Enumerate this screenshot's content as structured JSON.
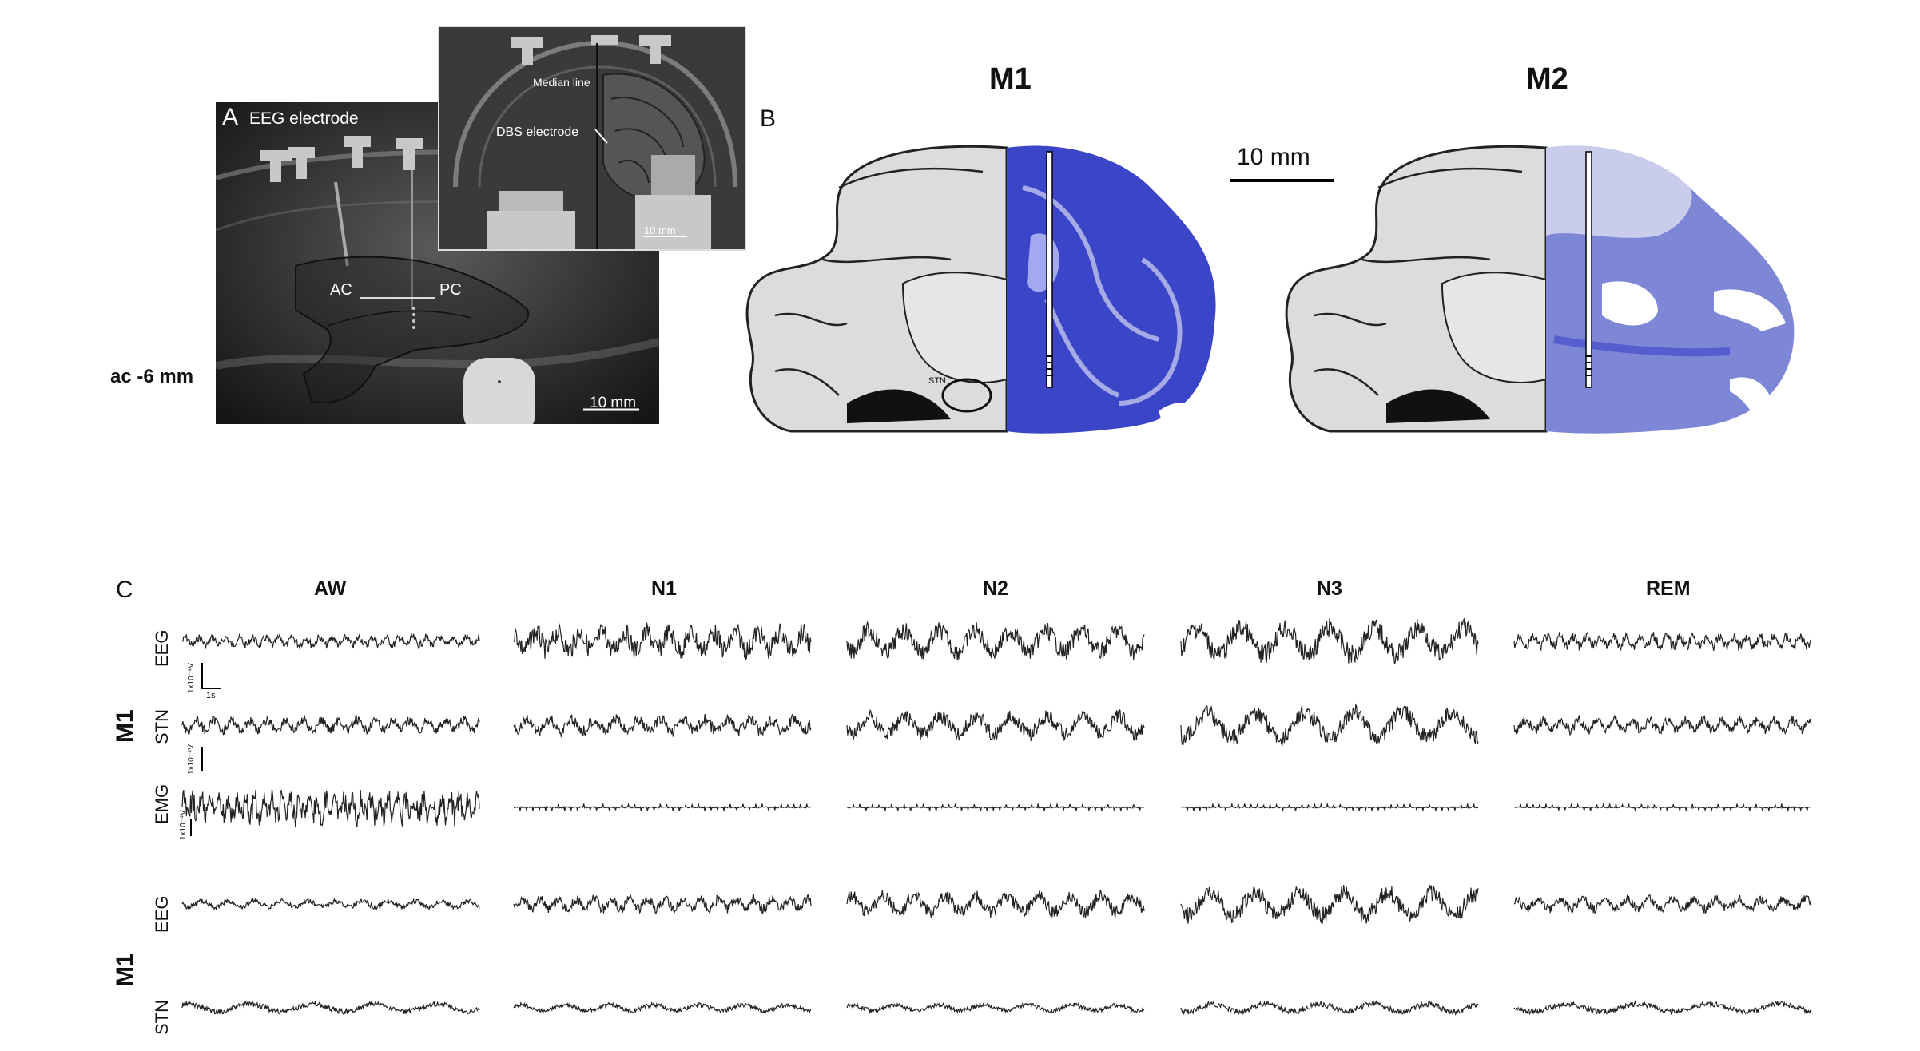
{
  "panelA": {
    "letter": "A",
    "eeg_label": "EEG electrode",
    "median_label": "Median line",
    "dbs_label": "DBS electrode",
    "ac": "AC",
    "pc": "PC",
    "scale_main": "10 mm",
    "scale_inset": "10 mm",
    "coord": "ac -6 mm"
  },
  "panelB": {
    "letter": "B",
    "m1": "M1",
    "m2": "M2",
    "scale": "10 mm",
    "stn": "STN"
  },
  "panelC": {
    "letter": "C",
    "stages": [
      "AW",
      "N1",
      "N2",
      "N3",
      "REM"
    ],
    "rows": {
      "eeg": "EEG",
      "stn": "STN",
      "emg": "EMG"
    },
    "subject_top": "M1",
    "subject_bottom": "M1",
    "scale_v1": "1x10⁻⁴V",
    "scale_t": "1s",
    "scale_v2": "1x10⁻⁴V",
    "scale_v3": "1x10⁻⁴V"
  },
  "colors": {
    "stain": "#3a45c8",
    "atlas_fill": "#dcdcdc",
    "trace": "#222222"
  }
}
